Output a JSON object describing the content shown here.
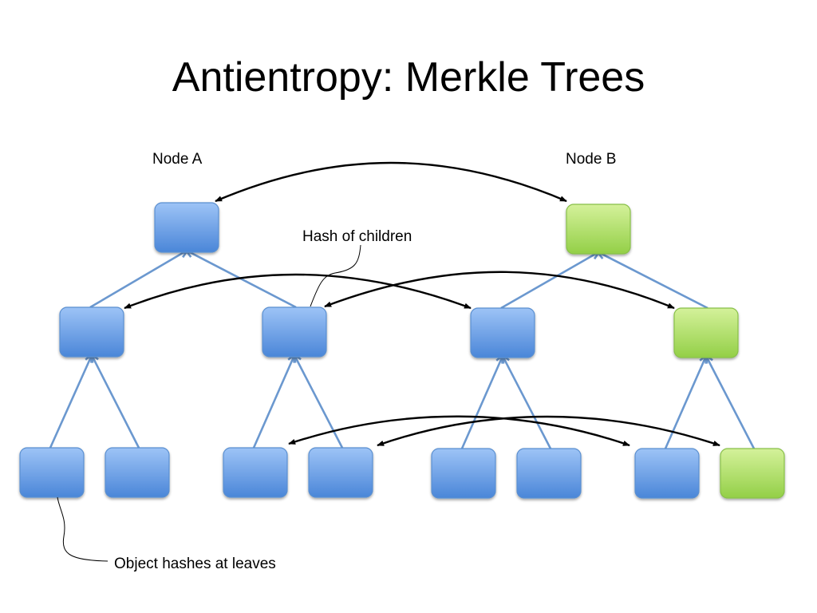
{
  "slide": {
    "title": "Antientropy: Merkle Trees"
  },
  "labels": {
    "node_a": "Node A",
    "node_b": "Node B",
    "hash_of_children": "Hash of children",
    "object_hashes_at_leaves": "Object hashes at leaves"
  },
  "colors": {
    "blue_top": "#9dc3f6",
    "blue_bottom": "#4a86d8",
    "blue_stroke": "#5a8fd0",
    "green_top": "#d4f19a",
    "green_bottom": "#93cf47",
    "green_stroke": "#88c048",
    "edge": "#6b98cf",
    "arrow": "#000000"
  },
  "trees": [
    {
      "name": "Node A",
      "nodes": [
        {
          "id": "A-root",
          "level": 0,
          "state": "same"
        },
        {
          "id": "A-l",
          "level": 1,
          "state": "same"
        },
        {
          "id": "A-r",
          "level": 1,
          "state": "same"
        },
        {
          "id": "A-ll",
          "level": 2,
          "state": "same"
        },
        {
          "id": "A-lr",
          "level": 2,
          "state": "same"
        },
        {
          "id": "A-rl",
          "level": 2,
          "state": "same"
        },
        {
          "id": "A-rr",
          "level": 2,
          "state": "same"
        }
      ]
    },
    {
      "name": "Node B",
      "nodes": [
        {
          "id": "B-root",
          "level": 0,
          "state": "differs"
        },
        {
          "id": "B-l",
          "level": 1,
          "state": "same"
        },
        {
          "id": "B-r",
          "level": 1,
          "state": "differs"
        },
        {
          "id": "B-ll",
          "level": 2,
          "state": "same"
        },
        {
          "id": "B-lr",
          "level": 2,
          "state": "same"
        },
        {
          "id": "B-rl",
          "level": 2,
          "state": "same"
        },
        {
          "id": "B-rr",
          "level": 2,
          "state": "differs"
        }
      ]
    }
  ],
  "comparisons": [
    {
      "from": "A-root",
      "to": "B-root"
    },
    {
      "from": "A-l",
      "to": "B-l"
    },
    {
      "from": "A-r",
      "to": "B-r"
    },
    {
      "from": "A-rl",
      "to": "B-rl"
    },
    {
      "from": "A-rr",
      "to": "B-rr"
    }
  ]
}
